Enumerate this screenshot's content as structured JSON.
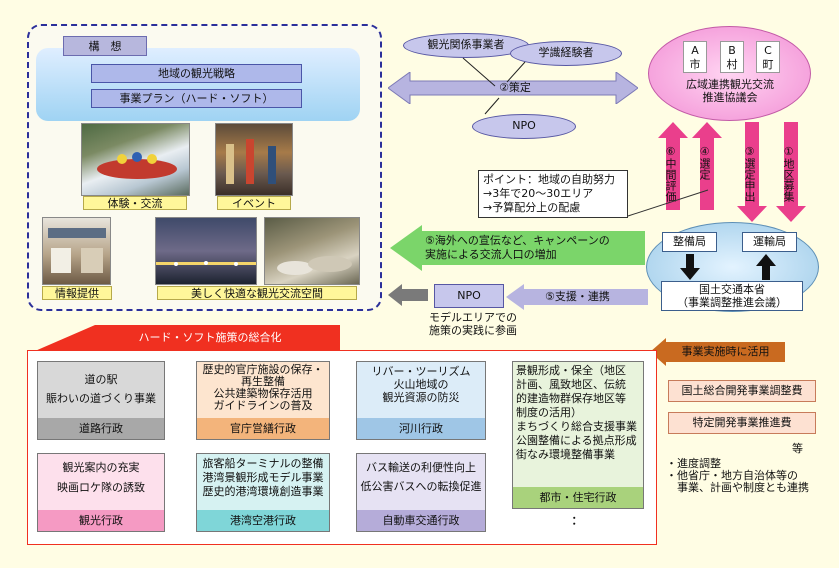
{
  "concept": {
    "label": "構　想",
    "strategy": "地域の観光戦略",
    "plan": "事業プラン（ハード・ソフト）",
    "photos": [
      "体験・交流",
      "イベント",
      "情報提供",
      "美しく快適な観光交流空間"
    ]
  },
  "stakeholders": {
    "tourism": "観光関係事業者",
    "experts": "学識経験者",
    "npo": "NPO",
    "step2": "②策定"
  },
  "council": {
    "cities": [
      "A\n市",
      "B\n村",
      "C\n町"
    ],
    "title": "広域連携観光交流\n推進協議会"
  },
  "steps": {
    "s1": "①地区募集",
    "s3": "③選定申出",
    "s4": "④選定",
    "s6": "⑥中間評価",
    "s5a": "⑤海外への宣伝など、キャンペーンの\n実施による交流人口の増加",
    "s5b": "⑤支援・連携"
  },
  "point": "ポイント：地域の自助努力\n→3年で20～30エリア\n→予算配分上の配慮",
  "ministry": {
    "bureau1": "整備局",
    "bureau2": "運輸局",
    "name": "国土交通本省\n（事業調整推進会議）"
  },
  "npo2": {
    "label": "NPO",
    "desc": "モデルエリアでの\n施策の実践に参画"
  },
  "banner": "ハード・ソフト施策の総合化",
  "project_banner": "事業実施時に活用",
  "admins": [
    {
      "body": "道の駅\n賑わいの道づくり事業",
      "foot": "道路行政"
    },
    {
      "body": "歴史的官庁施設の保存・\n再生整備\n公共建築物保存活用\nガイドラインの普及",
      "foot": "官庁営繕行政"
    },
    {
      "body": "リバー・ツーリズム\n火山地域の\n観光資源の防災",
      "foot": "河川行政"
    },
    {
      "body": "観光案内の充実\n映画ロケ隊の誘致",
      "foot": "観光行政"
    },
    {
      "body": "旅客船ターミナルの整備\n港湾景観形成モデル事業\n歴史的港湾環境創造事業",
      "foot": "港湾空港行政"
    },
    {
      "body": "バス輸送の利便性向上\n低公害バスへの転換促進",
      "foot": "自動車交通行政"
    }
  ],
  "city_admin": {
    "body": "景観形成・保全（地区\n計画、風致地区、伝統\n的建造物群保存地区等\n制度の活用）\nまちづくり総合支援事業\n公園整備による拠点形成\n街なみ環境整備事業",
    "foot": "都市・住宅行政",
    "more": "："
  },
  "funds": [
    "国土総合開発事業調整費",
    "特定開発事業推進費"
  ],
  "funds_etc": "等",
  "notes": "・進度調整\n・他省庁・地方自治体等の\n　事業、計画や制度とも連携"
}
